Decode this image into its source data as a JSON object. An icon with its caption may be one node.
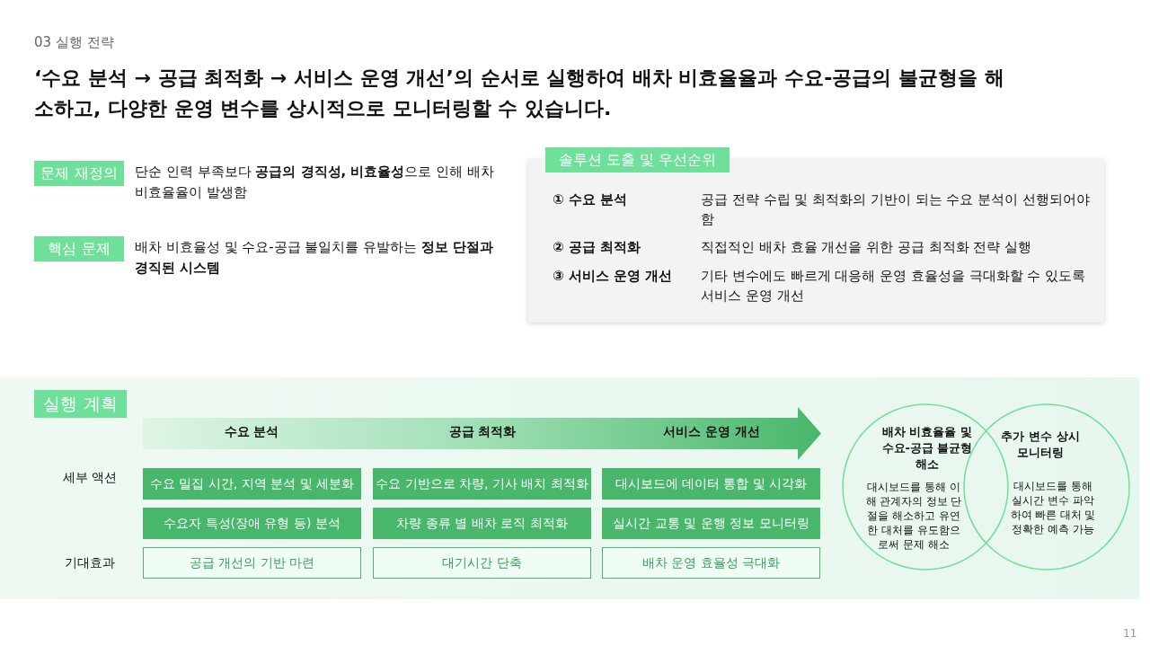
{
  "diagram": {
    "title": "‘수요 분석 → 공급 최적화 → 서비스 운영 개선’의 순서로 실행하여 배차 비효율율과 수요-공급의 불균형을 해소하고, 다양한 운영 변수를 상시적으로 모니터링할 수 있습니다.",
    "nodes": [
      {
        "text": [
          "문제 재정의"
        ],
        "beside": [
          "단순 인력 부족보다 **공급의 경직성, 비효율성**으로 인해 배차 비효율율이 발생함"
        ]
      },
      {
        "text": [
          "핵심 문제"
        ],
        "beside": [
          "배차 비효율성 및 수요-공급 불일치를 유발하는 **정보 단절과 경직된 시스템**"
        ]
      },
      {
        "text": [
          "솔루션 도출 및 우선순위",
          "① 수요 분석",
          "공급 전략 수립 및 최적화의 기반이 되는 수요 분석이 선행되어야 함",
          "② 공급 최적화",
          "직접적인 배차 효율 개선을 위한 공급 최적화 전략 실행",
          "③ 서비스 운영 개선",
          "기타 변수에도 빠르게 대응해 운영 효율성을 극대화할 수 있도록 서비스 운영 개선"
        ]
      },
      {
        "text": [
          "실행 계획"
        ]
      },
      {
        "text": [
          "수요 분석",
          "공급 최적화",
          "서비스 운영 개선"
        ]
      },
      {
        "text": [
          "수요 밀집 시간, 지역 분석 및 세분화"
        ]
      },
      {
        "text": [
          "수요 기반으로 차량, 기사 배치 최적화"
        ]
      },
      {
        "text": [
          "대시보드에 데이터 통합 및 시각화"
        ]
      },
      {
        "text": [
          "수요자 특성(장애 유형 등) 분석"
        ]
      },
      {
        "text": [
          "차량 종류 별 배차 로직 최적화"
        ]
      },
      {
        "text": [
          "실시간 교통 및 운행 정보 모니터링"
        ]
      },
      {
        "text": [
          "공급 개선의 기반 마련"
        ]
      },
      {
        "text": [
          "대기시간 단축"
        ]
      },
      {
        "text": [
          "배차 운영 효율성 극대화"
        ]
      },
      {
        "text": [
          "배차 비효율율 및 수요-공급 불균형 해소",
          "대시보드를 통해 이해 관계자의 정보 단절을 해소하고 유연한 대처를 유도함으로써 문제 해소"
        ]
      },
      {
        "text": [
          "추가 변수 상시 모니터링",
          "대시보드를 통해 실시간 변수 파악하여 빠른 대처 및 정확한 예측 가능"
        ]
      }
    ],
    "labels": [
      "03 실행 전략",
      "세부 액션",
      "기대효과",
      "11"
    ]
  }
}
